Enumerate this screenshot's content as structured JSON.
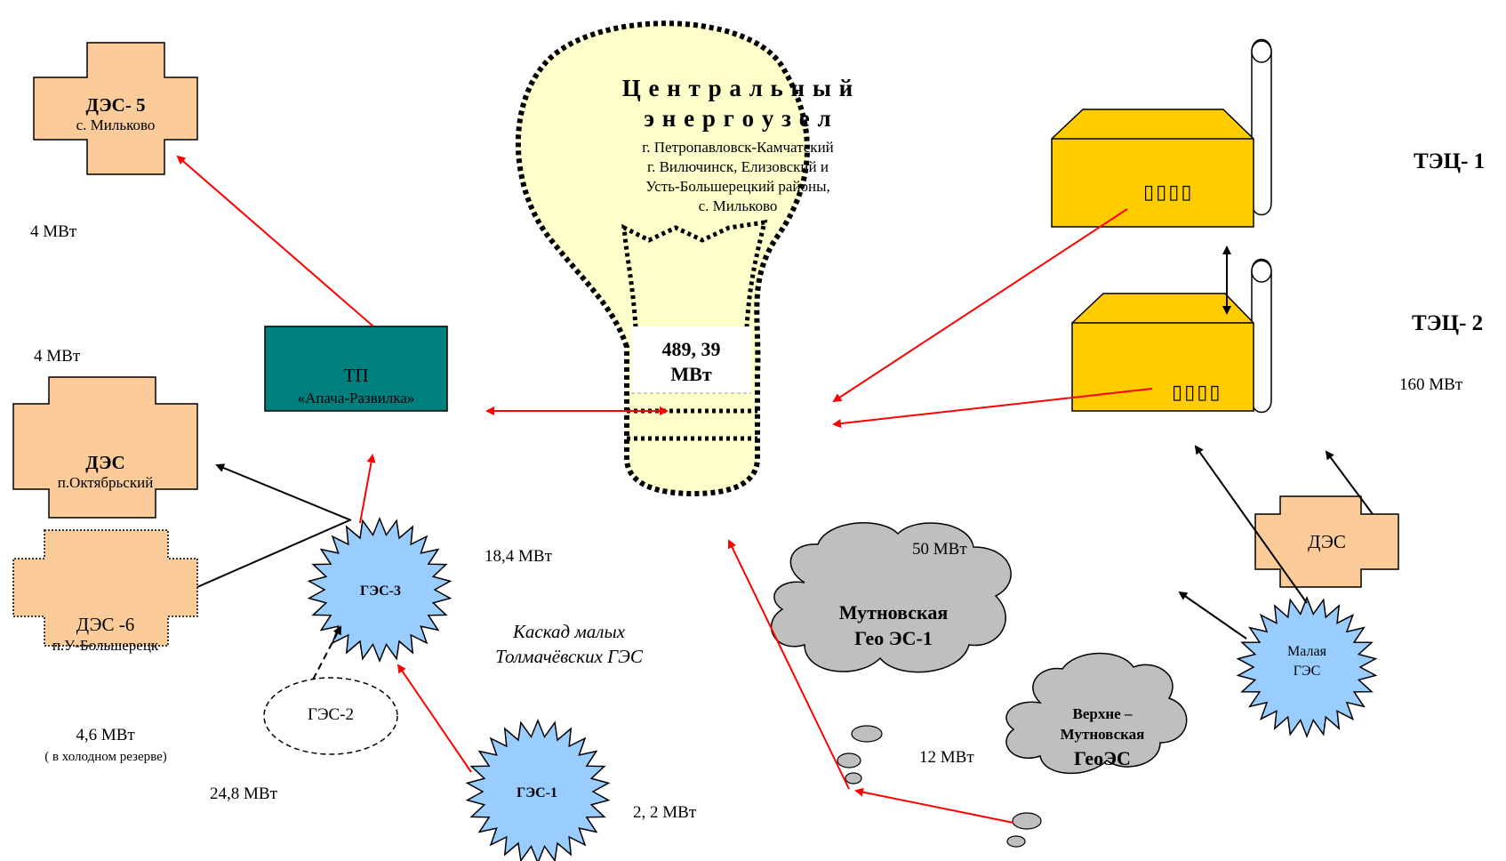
{
  "colors": {
    "station_fill": "#fbcb99",
    "tp_fill": "#007f7f",
    "bulb_fill": "#ffffcc",
    "tec_fill": "#ffcc00",
    "hydro_fill": "#99ccff",
    "geo_fill": "#bfbfbf",
    "red_line": "#ff0000",
    "black_line": "#000000"
  },
  "center": {
    "title_line1": "Ц е н т р а л ь н ы й",
    "title_line2": "э н е р г о у з е л",
    "areas": [
      "г. Петропавловск-Камчатский",
      "г. Вилючинск, Елизовский и",
      "Усть-Большерецкий районы,",
      "с. Мильково"
    ],
    "power_value": "489, 39",
    "power_unit": "МВт"
  },
  "des5": {
    "name": "ДЭС- 5",
    "place": "с. Мильково",
    "power": "4 МВт"
  },
  "des_oct": {
    "name": "ДЭС",
    "place": "п.Октябрьский",
    "power": "4 МВт"
  },
  "des6": {
    "name": "ДЭС -6",
    "place": "п.У-Большерецк",
    "power": "4,6 МВт",
    "note": "( в холодном резерве)"
  },
  "tp": {
    "name": "ТП",
    "place": "«Апача-Развилка»"
  },
  "ges3": {
    "name": "ГЭС-3",
    "power": "18,4 МВт"
  },
  "ges2": {
    "name": "ГЭС-2",
    "power": "24,8 МВт"
  },
  "ges1": {
    "name": "ГЭС-1",
    "power": "2, 2 МВт"
  },
  "cascade": {
    "line1": "Каскад  малых",
    "line2": "Толмачёвских ГЭС"
  },
  "tec1": {
    "name": "ТЭЦ- 1",
    "windows": "▯▯▯▯"
  },
  "tec2": {
    "name": "ТЭЦ- 2",
    "power": "160 МВт",
    "windows": "▯▯▯▯"
  },
  "des_right": {
    "name": "ДЭС"
  },
  "malaya_ges": {
    "line1": "Малая",
    "line2": "ГЭС"
  },
  "mutnovsk1": {
    "line1": "Мутновская",
    "line2": "Гео ЭС-1",
    "power": "50 МВт"
  },
  "verkhne": {
    "line1": "Верхне –",
    "line2": "Мутновская",
    "line3": "ГеоЭС",
    "power": "12 МВт"
  }
}
